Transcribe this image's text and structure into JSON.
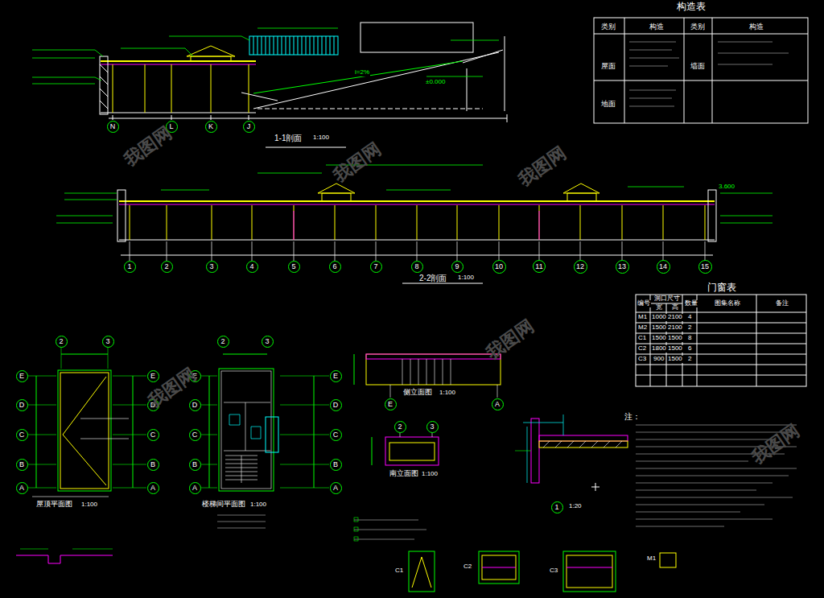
{
  "diagram": {
    "nodes": [
      {
        "text": [
          "N"
        ]
      },
      {
        "text": [
          "L"
        ]
      },
      {
        "text": [
          "K"
        ]
      },
      {
        "text": [
          "J"
        ]
      },
      {
        "text": [
          "1"
        ]
      },
      {
        "text": [
          "2"
        ]
      },
      {
        "text": [
          "3"
        ]
      },
      {
        "text": [
          "4"
        ]
      },
      {
        "text": [
          "5"
        ]
      },
      {
        "text": [
          "6"
        ]
      },
      {
        "text": [
          "7"
        ]
      },
      {
        "text": [
          "8"
        ]
      },
      {
        "text": [
          "9"
        ]
      },
      {
        "text": [
          "10"
        ]
      },
      {
        "text": [
          "11"
        ]
      },
      {
        "text": [
          "12"
        ]
      },
      {
        "text": [
          "13"
        ]
      },
      {
        "text": [
          "14"
        ]
      },
      {
        "text": [
          "15"
        ]
      },
      {
        "text": [
          "2"
        ]
      },
      {
        "text": [
          "3"
        ]
      },
      {
        "text": [
          "E"
        ]
      },
      {
        "text": [
          "D"
        ]
      },
      {
        "text": [
          "C"
        ]
      },
      {
        "text": [
          "B"
        ]
      },
      {
        "text": [
          "A"
        ]
      },
      {
        "text": [
          "E"
        ]
      },
      {
        "text": [
          "D"
        ]
      },
      {
        "text": [
          "C"
        ]
      },
      {
        "text": [
          "B"
        ]
      },
      {
        "text": [
          "A"
        ]
      },
      {
        "text": [
          "2"
        ]
      },
      {
        "text": [
          "3"
        ]
      },
      {
        "text": [
          "E"
        ]
      },
      {
        "text": [
          "D"
        ]
      },
      {
        "text": [
          "C"
        ]
      },
      {
        "text": [
          "B"
        ]
      },
      {
        "text": [
          "A"
        ]
      },
      {
        "text": [
          "E"
        ]
      },
      {
        "text": [
          "D"
        ]
      },
      {
        "text": [
          "C"
        ]
      },
      {
        "text": [
          "B"
        ]
      },
      {
        "text": [
          "A"
        ]
      },
      {
        "text": [
          "E"
        ]
      },
      {
        "text": [
          "A"
        ]
      },
      {
        "text": [
          "2"
        ]
      },
      {
        "text": [
          "3"
        ]
      },
      {
        "text": [
          "1"
        ]
      }
    ],
    "labels": [
      "1-1剖面",
      "1:100",
      "2-2剖面",
      "1:100",
      "构造表",
      "类别",
      "构造",
      "类别",
      "构造",
      "屋面",
      "墙面",
      "地面",
      "门窗表",
      "编号",
      "洞口尺寸",
      "宽",
      "高",
      "数量",
      "图集名称",
      "备注",
      "M1",
      "1000",
      "2100",
      "4",
      "M2",
      "1500",
      "2100",
      "2",
      "C1",
      "1500",
      "1500",
      "8",
      "C2",
      "1800",
      "1500",
      "6",
      "C3",
      "900",
      "1500",
      "2",
      "注：",
      "屋顶平面图",
      "1:100",
      "楼梯间平面图",
      "1:100",
      "侧立面图",
      "1:100",
      "南立面图",
      "1:100",
      "1:20",
      "±0.000",
      "3.600",
      "i=2%",
      "C1",
      "C2",
      "C3",
      "M1",
      "我图网",
      "我图网",
      "我图网",
      "我图网",
      "我图网",
      "我图网"
    ]
  }
}
